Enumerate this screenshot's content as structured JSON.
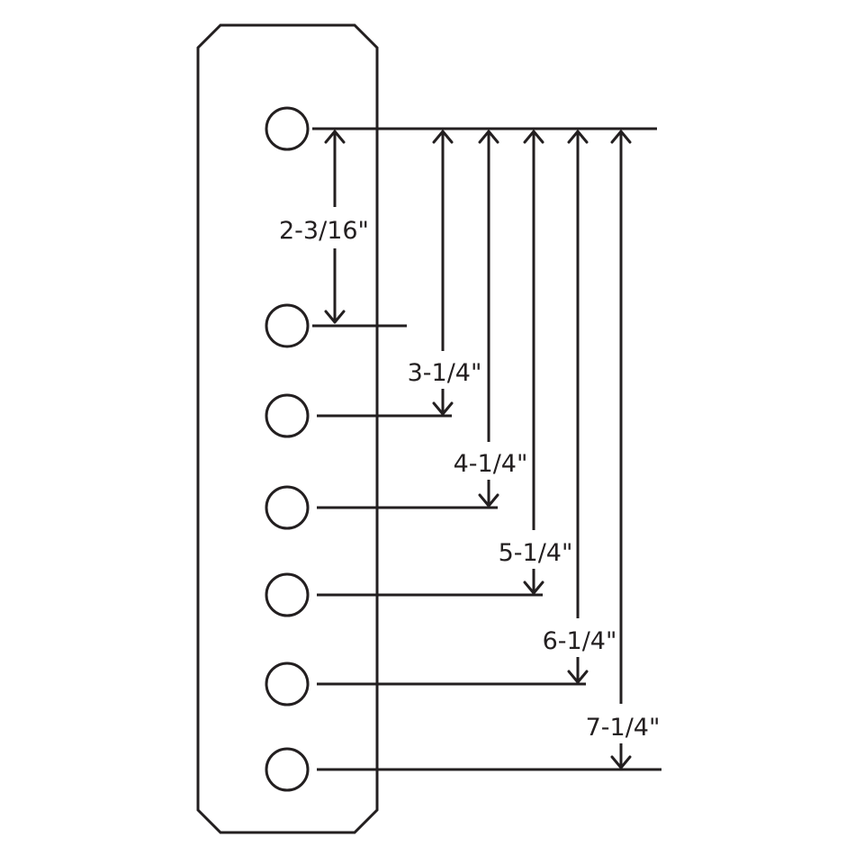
{
  "diagram": {
    "line_color": "#231f20",
    "background_color": "#ffffff",
    "measurements": [
      {
        "label": "2-3/16\""
      },
      {
        "label": "3-1/4\""
      },
      {
        "label": "4-1/4\""
      },
      {
        "label": "5-1/4\""
      },
      {
        "label": "6-1/4\""
      },
      {
        "label": "7-1/4\""
      }
    ],
    "hole_count": 7
  }
}
